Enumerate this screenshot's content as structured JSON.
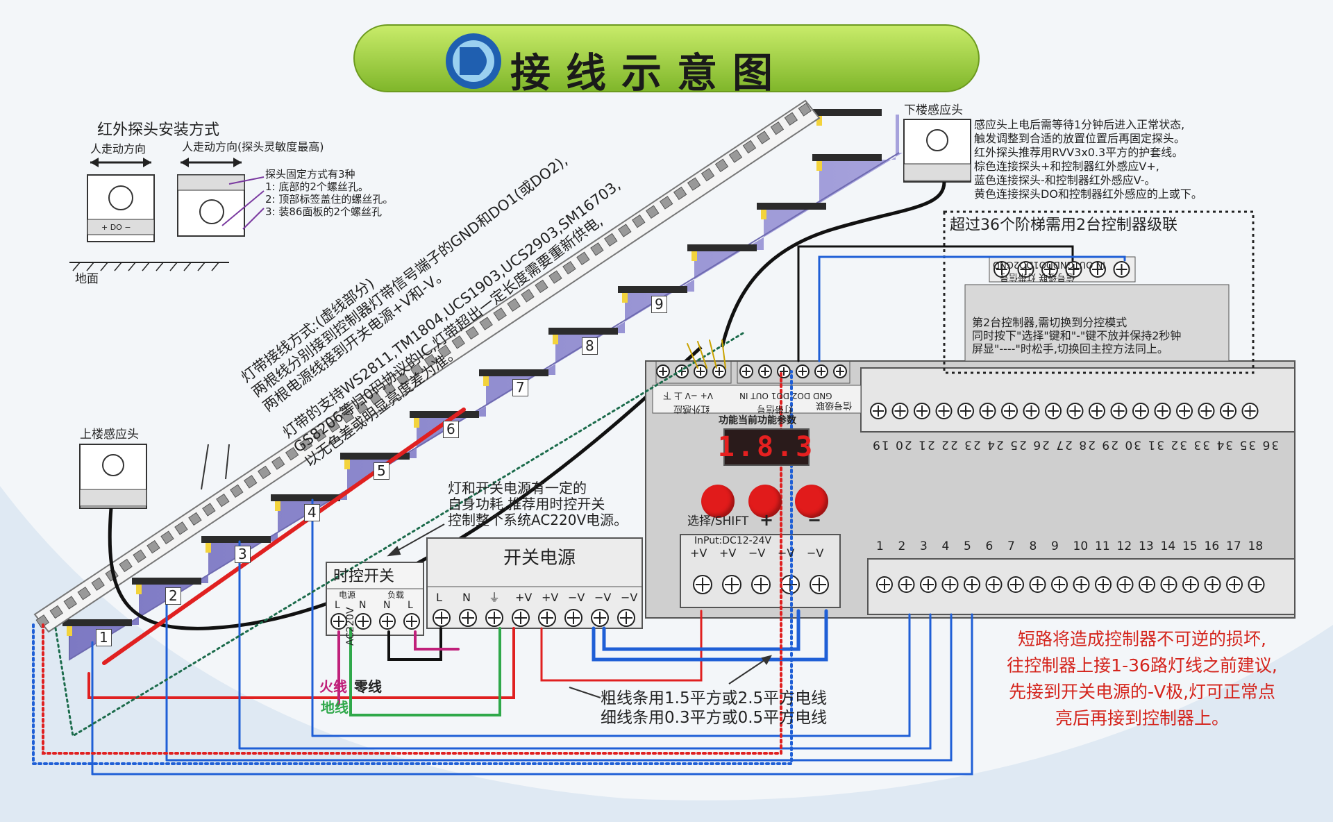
{
  "header": {
    "title": "接线示意图"
  },
  "ir_install": {
    "title": "红外探头安装方式",
    "dir1": "人走动方向",
    "dir2": "人走动方向(探头灵敏度最高)",
    "ground": "地面",
    "fix_lines": [
      "探头固定方式有3种",
      "1: 底部的2个螺丝孔。",
      "2: 顶部标签盖住的螺丝孔。",
      "3: 装86面板的2个螺丝孔"
    ]
  },
  "sensors": {
    "upper": "下楼感应头",
    "lower": "上楼感应头",
    "board_label": "+ DO −"
  },
  "sensor_notes": [
    "感应头上电后需等待1分钟后进入正常状态,",
    "触发调整到合适的放置位置后再固定探头。",
    "红外探头推荐用RVV3x0.3平方的护套线。",
    "棕色连接探头+和控制器红外感应V+,",
    "蓝色连接探头-和控制器红外感应V-。",
    "黄色连接探头DO和控制器红外感应的上或下。"
  ],
  "strip_notes": {
    "a": [
      "灯带接线方式:(虚线部分)",
      "两根线分别接到控制器灯带信号端子的GND和DO1(或DO2),",
      "两根电源线接到开关电源+V和-V。"
    ],
    "b": [
      "灯带的支持WS2811,TM1804,UCS1903,UCS2903,SM16703,",
      "GS8206等归0码协议的IC,灯带超出一定长度需要重新供电,",
      "以无色差或明显亮度差为准。"
    ]
  },
  "steps": [
    "1",
    "2",
    "3",
    "4",
    "5",
    "6",
    "7",
    "8",
    "9"
  ],
  "cascade": {
    "title": "超过36个阶梯需用2台控制器级联",
    "term_labels": "IN OUTGNDDO1DO2GND",
    "term_labels2": "信号级联  灯带信号",
    "note": [
      "第2台控制器,需切换到分控模式",
      "同时按下\"选择\"键和\"-\"键不放并保持2秒钟",
      "屏显\"----\"时松手,切换回主控方法同上。"
    ]
  },
  "controller": {
    "ir_labels": "V+ −V 上 下",
    "sig_labels": "GND DO2 DO1 OUT IN",
    "ir_group": "红外感应",
    "strip_group": "灯带信号",
    "cascade_group": "信号级联",
    "func_label": "功能当前功能参数",
    "display": "1.8.3",
    "btn_label": "选择/SHIFT",
    "plus": "+",
    "minus": "−",
    "input_label": "InPut:DC12-24V",
    "input_terms": [
      "+V",
      "+V",
      "−V",
      "−V",
      "−V"
    ],
    "top_numbers": "36 35 34 33 32 31 30 29 28 27 26 25 24 23 22 21 20 19",
    "bottom_numbers": [
      "1",
      "2",
      "3",
      "4",
      "5",
      "6",
      "7",
      "8",
      "9",
      "10",
      "11",
      "12",
      "13",
      "14",
      "15",
      "16",
      "17",
      "18"
    ]
  },
  "power": {
    "psu_title": "开关电源",
    "psu_terms": [
      "L",
      "N",
      "⏚",
      "+V",
      "+V",
      "−V",
      "−V",
      "−V"
    ],
    "timer_title": "时控开关",
    "timer_sub1": "电源",
    "timer_sub2": "负载",
    "timer_terms": [
      "L",
      "N",
      "N",
      "L"
    ],
    "ac_label": "AC220V",
    "note": [
      "灯和开关电源有一定的",
      "自身功耗,推荐用时控开关",
      "控制整个系统AC220V电源。"
    ]
  },
  "wires": {
    "live": "火线",
    "neutral": "零线",
    "earth": "地线",
    "spec": [
      "粗线条用1.5平方或2.5平方电线",
      "细线条用0.3平方或0.5平方电线"
    ]
  },
  "warning": [
    "短路将造成控制器不可逆的损坏,",
    "往控制器上接1-36路灯线之前建议,",
    "先接到开关电源的-V极,灯可正常点",
    "亮后再接到控制器上。"
  ],
  "colors": {
    "red_wire": "#e02020",
    "blue_wire": "#1f5fd6",
    "stair": "#8a86c8",
    "banner": "#9ccc3c",
    "warning": "#d4241c"
  }
}
